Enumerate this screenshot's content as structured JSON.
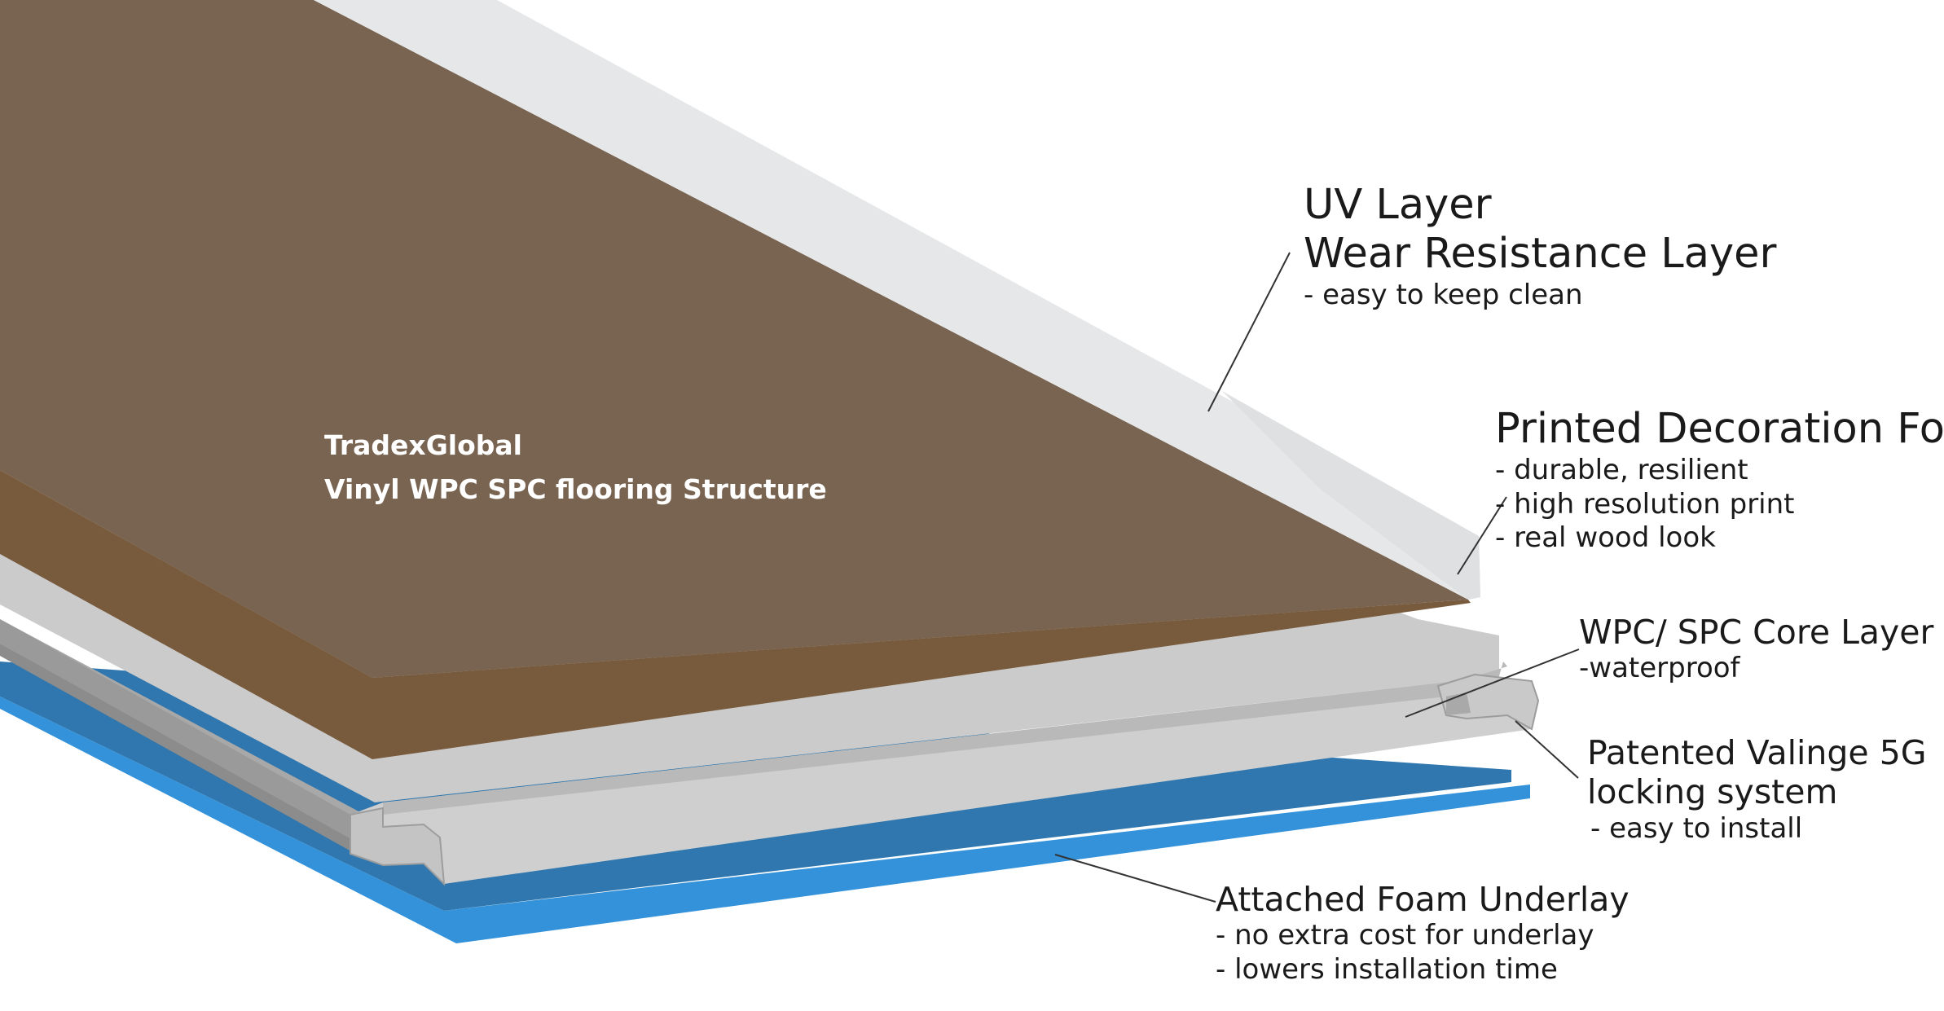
{
  "brand": {
    "name": "TradexGlobal",
    "subtitle": "Vinyl WPC SPC flooring Structure"
  },
  "callouts": {
    "uv": {
      "title_line1": "UV Layer",
      "title_line2": "Wear Resistance Layer",
      "note1": "- easy to keep clean"
    },
    "foil": {
      "title": "Printed Decoration Foil",
      "note1": "- durable, resilient",
      "note2": "- high resolution print",
      "note3": "- real wood look"
    },
    "core": {
      "title": "WPC/ SPC Core Layer",
      "note1": "-waterproof"
    },
    "lock": {
      "title_line1": "Patented Valinge 5G",
      "title_line2": "locking system",
      "note1": "- easy to install"
    },
    "foam": {
      "title": "Attached Foam Underlay",
      "note1": "- no extra cost for underlay",
      "note2": "- lowers installation time"
    }
  },
  "colors": {
    "uv_layer": "#e6e7e8",
    "foil_top": "#786451",
    "foil_edge": "#785a3c",
    "core_top": "#cbcbcb",
    "core_side": "#a8a8a8",
    "core_dark": "#8c8c8c",
    "foam_top": "#2f77ae",
    "foam_edge": "#3392da",
    "leader_line": "#333333"
  }
}
